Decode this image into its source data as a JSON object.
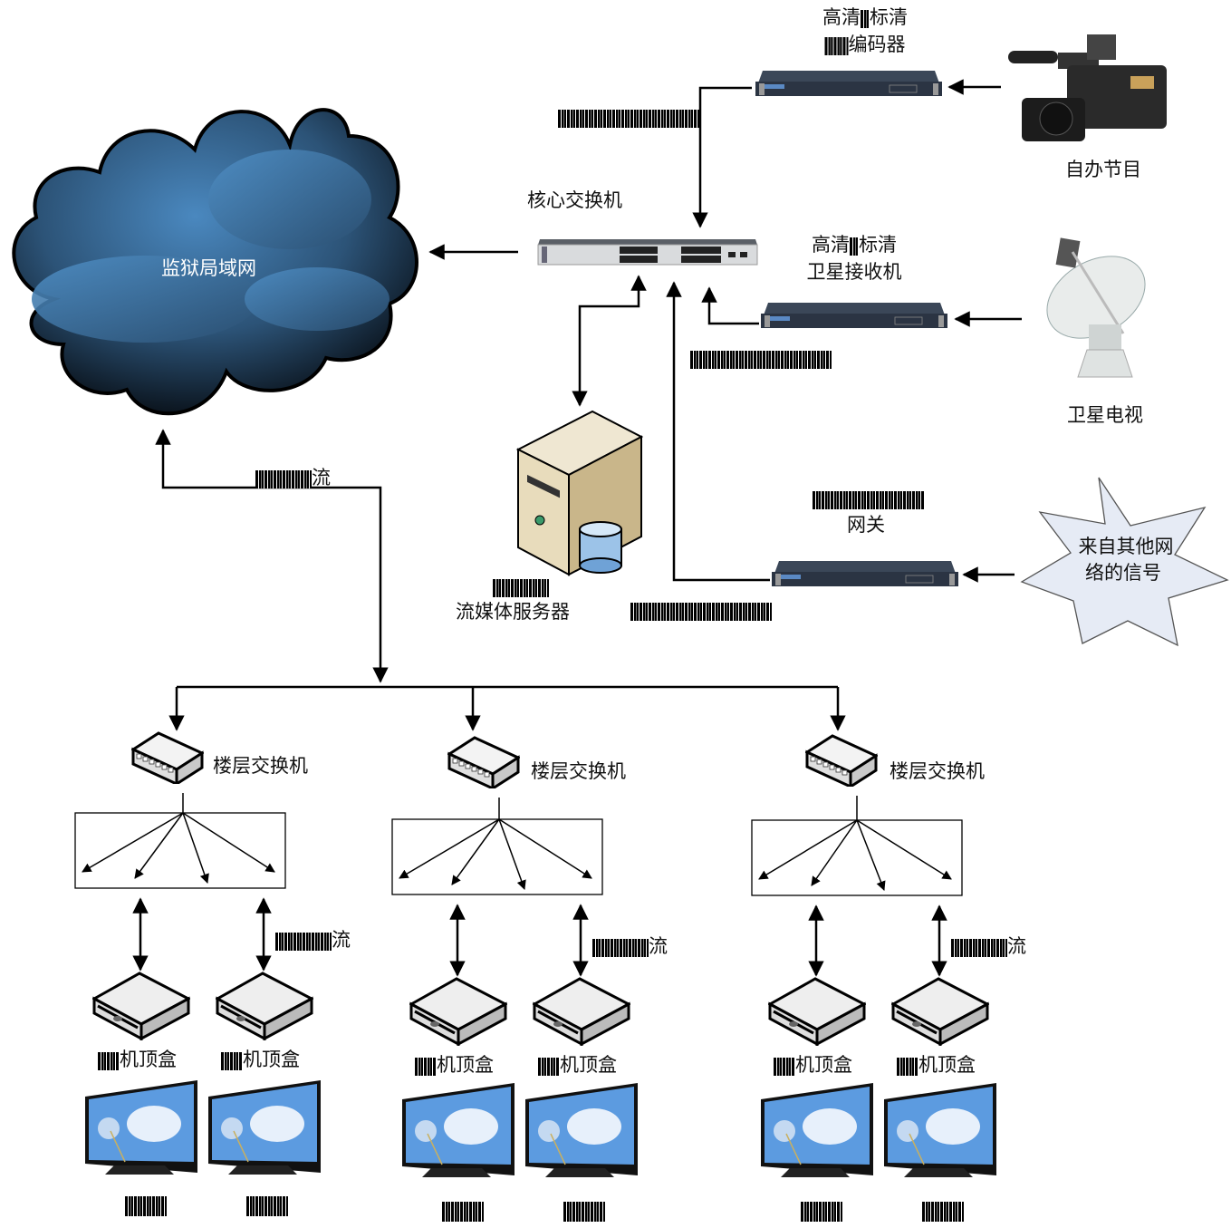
{
  "title": "监狱IPTV网络拓扑图",
  "cloud": {
    "label": "监狱局域网",
    "icon": "cloud-icon"
  },
  "core_switch": {
    "label": "核心交换机",
    "icon": "core-switch-icon"
  },
  "encoder": {
    "line1": "高清",
    "line1_sep": "||",
    "line1_b": "标清",
    "line2": "编码器",
    "icon": "rack-device-icon"
  },
  "receiver": {
    "line1": "高清",
    "line1_sep": "||",
    "line1_b": "标清",
    "line2": "卫星接收机",
    "icon": "rack-device-icon"
  },
  "gateway": {
    "line2": "网关",
    "icon": "rack-device-icon"
  },
  "camera": {
    "label": "自办节目",
    "icon": "camera-icon"
  },
  "satellite": {
    "label": "卫星电视",
    "icon": "satellite-dish-icon"
  },
  "other_network": {
    "line1": "来自其他网",
    "line2": "络的信号",
    "icon": "star-burst-icon"
  },
  "streaming_server": {
    "label": "流媒体服务器",
    "icon": "server-icon"
  },
  "stream_label_suffix": "流",
  "floor_groups": [
    {
      "switch_label": "楼层交换机",
      "stbs": [
        {
          "label": "机顶盒"
        },
        {
          "label": "机顶盒"
        }
      ]
    },
    {
      "switch_label": "楼层交换机",
      "stbs": [
        {
          "label": "机顶盒"
        },
        {
          "label": "机顶盒"
        }
      ]
    },
    {
      "switch_label": "楼层交换机",
      "stbs": [
        {
          "label": "机顶盒"
        },
        {
          "label": "机顶盒"
        }
      ]
    }
  ],
  "colors": {
    "cloud_dark": "#0b131c",
    "cloud_light": "#4a88bf",
    "star_fill": "#e6ebf5",
    "rack_body": "#2b3443",
    "tv_screen": "#5c9be0"
  }
}
